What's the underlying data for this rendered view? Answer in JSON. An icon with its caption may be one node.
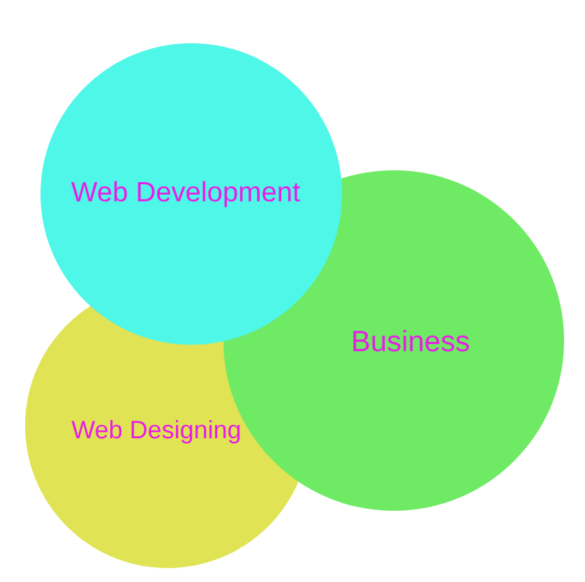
{
  "diagram": {
    "nodes": [
      {
        "text": [
          "Web Development"
        ]
      },
      {
        "text": [
          "Business"
        ]
      },
      {
        "text": [
          "Web Designing"
        ]
      }
    ]
  }
}
